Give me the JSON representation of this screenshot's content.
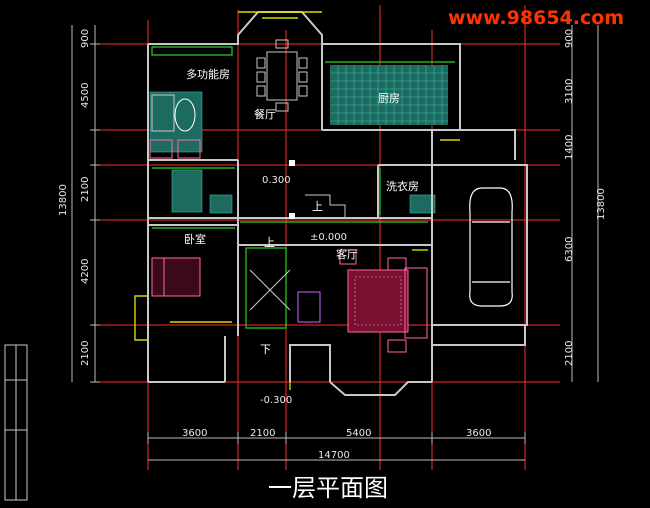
{
  "watermark": "www.98654.com",
  "title": "一层平面图",
  "rooms": {
    "multi": "多功能房",
    "dining": "餐厅",
    "kitchen": "厨房",
    "laundry": "洗衣房",
    "bedroom": "卧室",
    "living": "客厅",
    "up1": "上",
    "up2": "上",
    "down": "下"
  },
  "levels": {
    "upper": "0.300",
    "main": "±0.000",
    "lower": "-0.300"
  },
  "dims_left": [
    "900",
    "4500",
    "2100",
    "4200",
    "2100"
  ],
  "dims_left_total": "13800",
  "dims_right": [
    "900",
    "3100",
    "1400",
    "6300",
    "2100"
  ],
  "dims_right_total": "13800",
  "dims_bottom": [
    "3600",
    "2100",
    "5400",
    "3600"
  ],
  "dims_bottom_total": "14700",
  "colors": {
    "wall": "#c8c8c8",
    "axis": "#ff2a2a",
    "green": "#26d826",
    "yellow": "#d8d800",
    "tile": "#2a9a8a",
    "watermark": "#ff3300"
  }
}
